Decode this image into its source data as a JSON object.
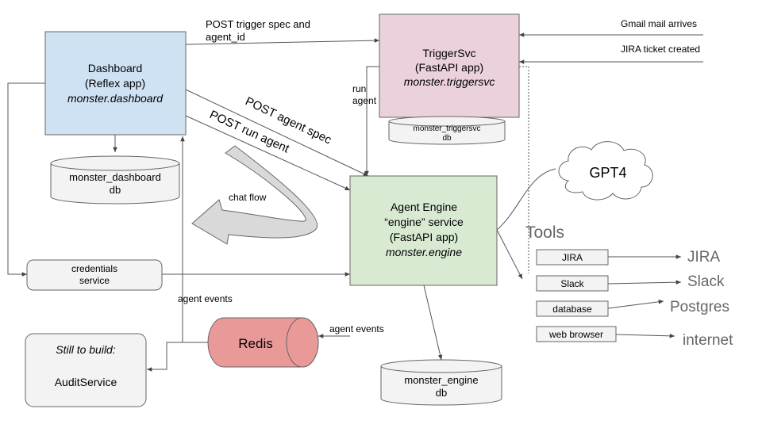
{
  "dashboard": {
    "line1": "Dashboard",
    "line2": "(Reflex app)",
    "line3": "monster.dashboard",
    "db_line1": "monster_dashboard",
    "db_line2": "db"
  },
  "trigger": {
    "line1": "TriggerSvc",
    "line2": "(FastAPI app)",
    "line3": "monster.triggersvc",
    "db_line1": "monster_triggersvc",
    "db_line2": "db"
  },
  "engine": {
    "line1": "Agent Engine",
    "line2": "“engine” service",
    "line3": "(FastAPI app)",
    "line4": "monster.engine",
    "db_line1": "monster_engine",
    "db_line2": "db"
  },
  "credentials": {
    "line1": "credentials",
    "line2": "service"
  },
  "redis": {
    "label": "Redis"
  },
  "audit": {
    "line1": "Still to build:",
    "line2": "AuditService"
  },
  "gpt4": {
    "label": "GPT4"
  },
  "tools": {
    "title": "Tools",
    "items": [
      "JIRA",
      "Slack",
      "database",
      "web browser"
    ],
    "targets": [
      "JIRA",
      "Slack",
      "Postgres",
      "internet"
    ]
  },
  "edges": {
    "post_trigger_l1": "POST trigger spec and",
    "post_trigger_l2": "agent_id",
    "gmail": "Gmail mail arrives",
    "jira_ticket": "JIRA ticket created",
    "run_l1": "run",
    "run_l2": "agent",
    "post_agent_spec": "POST agent spec",
    "post_run_agent": "POST run agent",
    "chat_flow": "chat flow",
    "agent_events_1": "agent events",
    "agent_events_2": "agent events"
  }
}
